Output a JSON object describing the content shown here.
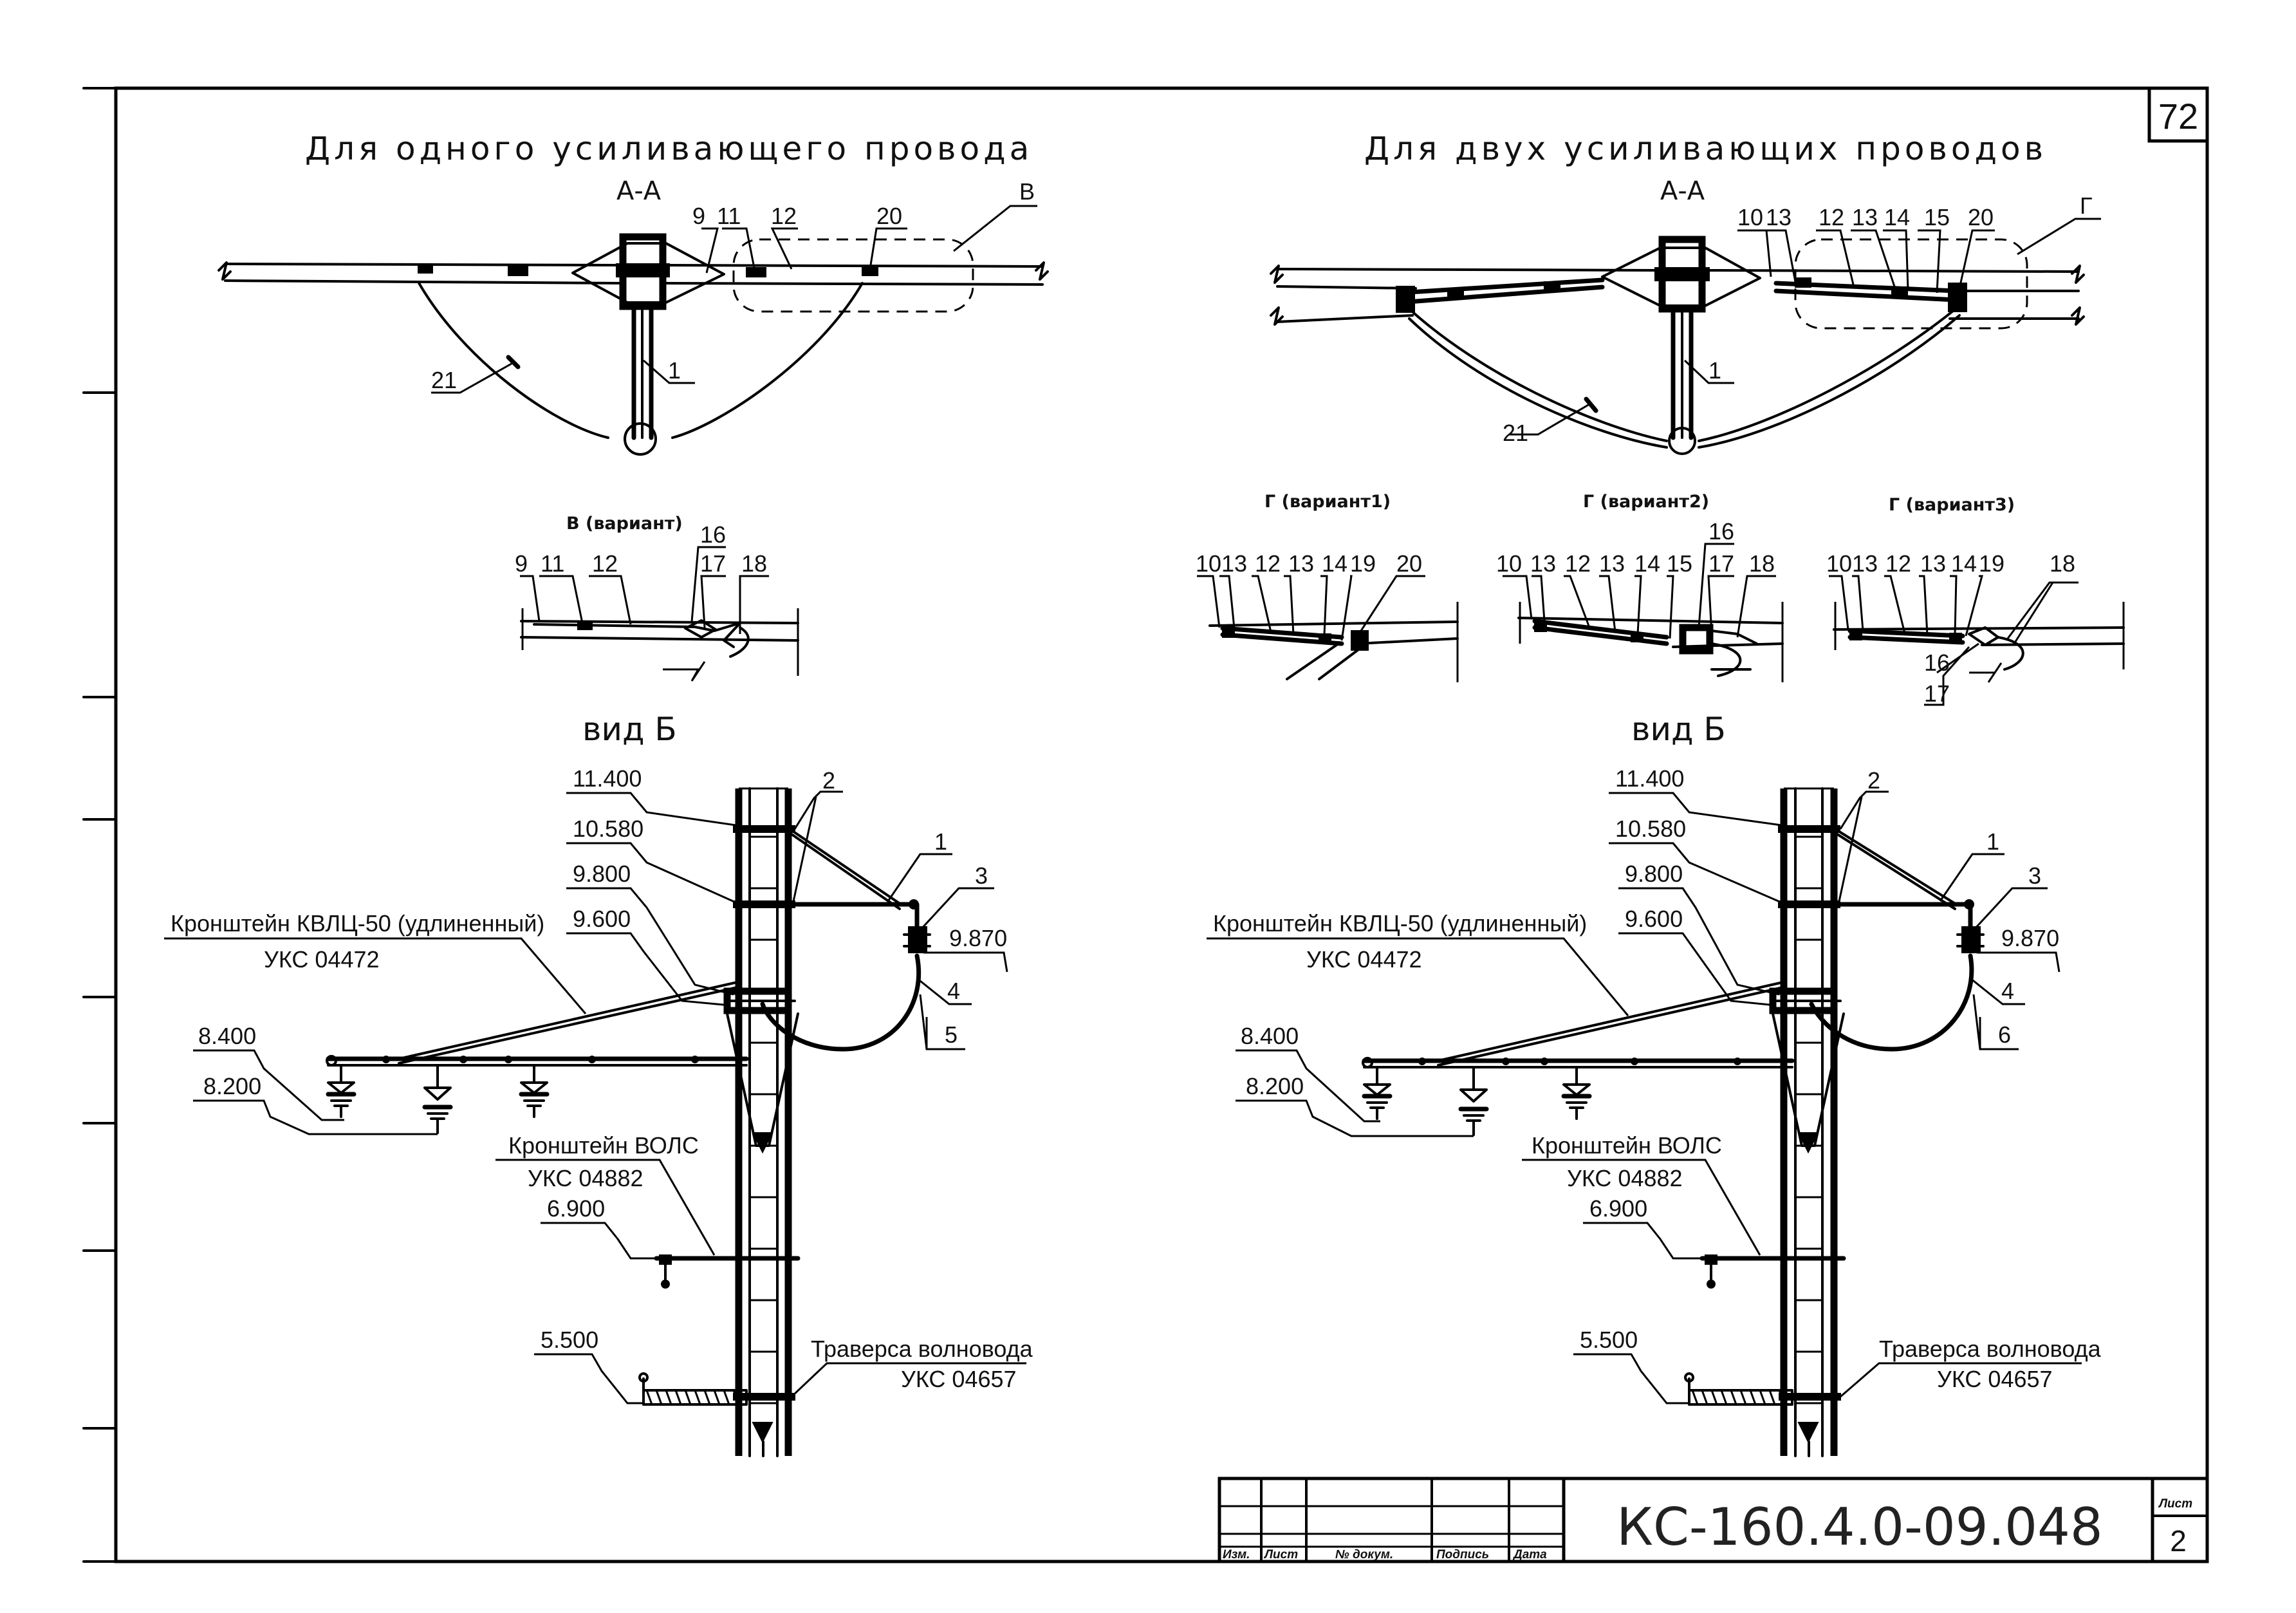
{
  "page_number": "72",
  "left_panel": {
    "title": "Для одного усиливающего провода",
    "section": "А-А",
    "detail_marker": "В",
    "labels": [
      "9",
      "11",
      "12",
      "20",
      "1",
      "21"
    ],
    "variant_title": "В (вариант)",
    "variant_labels": [
      "9",
      "11",
      "12",
      "16",
      "17",
      "18"
    ],
    "view_title": "вид Б",
    "elevations": [
      "11.400",
      "10.580",
      "9.800",
      "9.600",
      "8.400",
      "8.200",
      "6.900",
      "5.500",
      "9.870"
    ],
    "callouts": [
      "1",
      "2",
      "3",
      "4",
      "5"
    ],
    "bracket1_name": "Кронштейн КВЛЦ-50 (удлиненный)",
    "bracket1_code": "УКС 04472",
    "bracket2_name": "Кронштейн ВОЛС",
    "bracket2_code": "УКС 04882",
    "traverse_name": "Траверса волновода",
    "traverse_code": "УКС 04657"
  },
  "right_panel": {
    "title": "Для двух усиливающих проводов",
    "section": "А-А",
    "detail_marker": "Г",
    "labels": [
      "10",
      "13",
      "12",
      "13",
      "14",
      "15",
      "20",
      "1",
      "21"
    ],
    "variant1_title": "Г (вариант1)",
    "variant1_labels": [
      "10",
      "13",
      "12",
      "13",
      "14",
      "19",
      "20"
    ],
    "variant2_title": "Г (вариант2)",
    "variant2_labels": [
      "10",
      "13",
      "12",
      "13",
      "14",
      "15",
      "16",
      "17",
      "18"
    ],
    "variant3_title": "Г (вариант3)",
    "variant3_labels": [
      "10",
      "13",
      "12",
      "13",
      "14",
      "19",
      "18",
      "16",
      "17"
    ],
    "view_title": "вид Б",
    "elevations": [
      "11.400",
      "10.580",
      "9.800",
      "9.600",
      "8.400",
      "8.200",
      "6.900",
      "5.500",
      "9.870"
    ],
    "callouts": [
      "1",
      "2",
      "3",
      "4",
      "6"
    ],
    "bracket1_name": "Кронштейн КВЛЦ-50 (удлиненный)",
    "bracket1_code": "УКС 04472",
    "bracket2_name": "Кронштейн ВОЛС",
    "bracket2_code": "УКС 04882",
    "traverse_name": "Траверса волновода",
    "traverse_code": "УКС 04657"
  },
  "title_block": {
    "columns": [
      "Изм.",
      "Лист",
      "№ докум.",
      "Подпись",
      "Дата"
    ],
    "document_code": "КС-160.4.0-09.048",
    "sheet_label": "Лист",
    "sheet_number": "2"
  }
}
